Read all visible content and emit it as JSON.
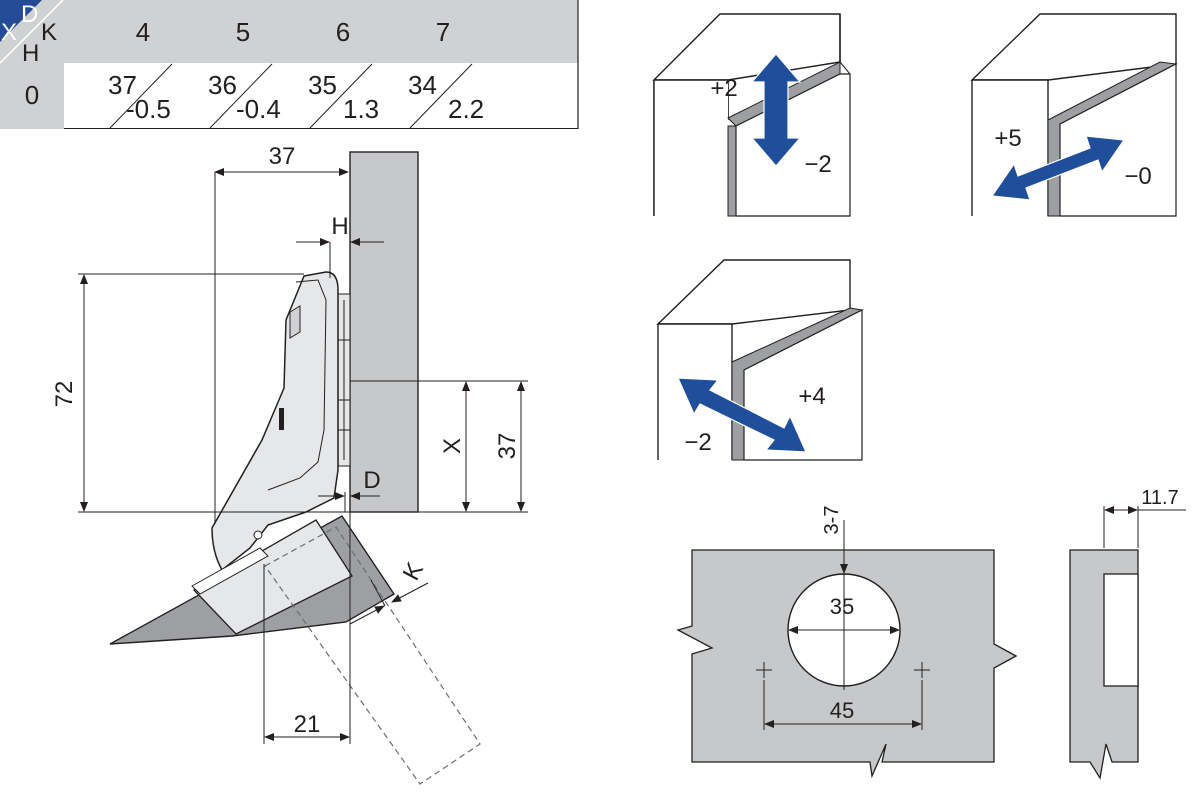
{
  "colors": {
    "table_header_bg": "#d0d1d3",
    "table_corner_bg": "#244b96",
    "panel_gray": "#c7c8ca",
    "panel_dark": "#9d9fa2",
    "hinge_gray": "#e6e7e8",
    "arrow_blue": "#1f4e9b",
    "line": "#231f20"
  },
  "table": {
    "corner_x": "X",
    "corner_d": "D",
    "corner_k": "K",
    "corner_h": "H",
    "header_values": [
      "4",
      "5",
      "6",
      "7"
    ],
    "row_label": "0",
    "cells": [
      {
        "top": "37",
        "bottom": "-0.5"
      },
      {
        "top": "36",
        "bottom": "-0.4"
      },
      {
        "top": "35",
        "bottom": "1.3"
      },
      {
        "top": "34",
        "bottom": "2.2"
      }
    ]
  },
  "hinge_drawing": {
    "dim_37_top": "37",
    "dim_h": "H",
    "dim_72": "72",
    "dim_x": "X",
    "dim_37_right": "37",
    "dim_d": "D",
    "dim_k": "K",
    "dim_21": "21"
  },
  "adjustments": {
    "vertical": {
      "plus": "+2",
      "minus": "−2"
    },
    "depth": {
      "plus": "+5",
      "minus": "−0"
    },
    "side": {
      "plus": "+4",
      "minus": "−2"
    }
  },
  "cup_drilling": {
    "edge_distance": "3-7",
    "cup_diameter": "35",
    "screw_spacing": "45"
  },
  "depth_section": {
    "depth": "11.7"
  }
}
